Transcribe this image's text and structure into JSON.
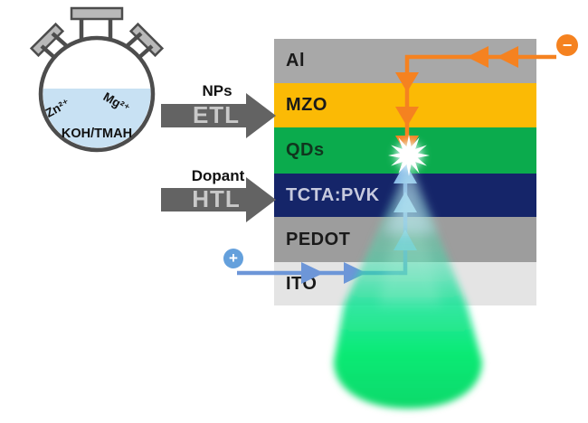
{
  "flask": {
    "ion_left": "Zn²⁺",
    "ion_right": "Mg²⁺",
    "solution": "KOH/TMAH",
    "liquid_color": "#c8e1f3"
  },
  "process_arrows": {
    "etl": {
      "top_label": "NPs",
      "arrow_label": "ETL"
    },
    "htl": {
      "top_label": "Dopant",
      "arrow_label": "HTL"
    },
    "arrow_color": "#636363"
  },
  "device_stack": {
    "layers": [
      {
        "name": "Al",
        "bg": "#a8a8a8",
        "text_color": "#1a1a1a"
      },
      {
        "name": "MZO",
        "bg": "#fbba05",
        "text_color": "#1a1a1a"
      },
      {
        "name": "QDs",
        "bg": "#0bab4d",
        "text_color": "#10361e"
      },
      {
        "name": "TCTA:PVK",
        "bg": "#152569",
        "text_color": "#c7cade"
      },
      {
        "name": "PEDOT",
        "bg": "#9d9d9d",
        "text_color": "#1a1a1a"
      },
      {
        "name": "ITO",
        "bg": "#e4e4e4",
        "text_color": "#1a1a1a"
      }
    ]
  },
  "charge_transport": {
    "electron": {
      "symbol": "−",
      "color": "#f58220"
    },
    "hole": {
      "symbol": "+",
      "color": "#6d96d8",
      "arrow_light_color": "#88b9e8",
      "terminal_color": "#64a0dc"
    }
  },
  "emission": {
    "color": "#00e673"
  }
}
